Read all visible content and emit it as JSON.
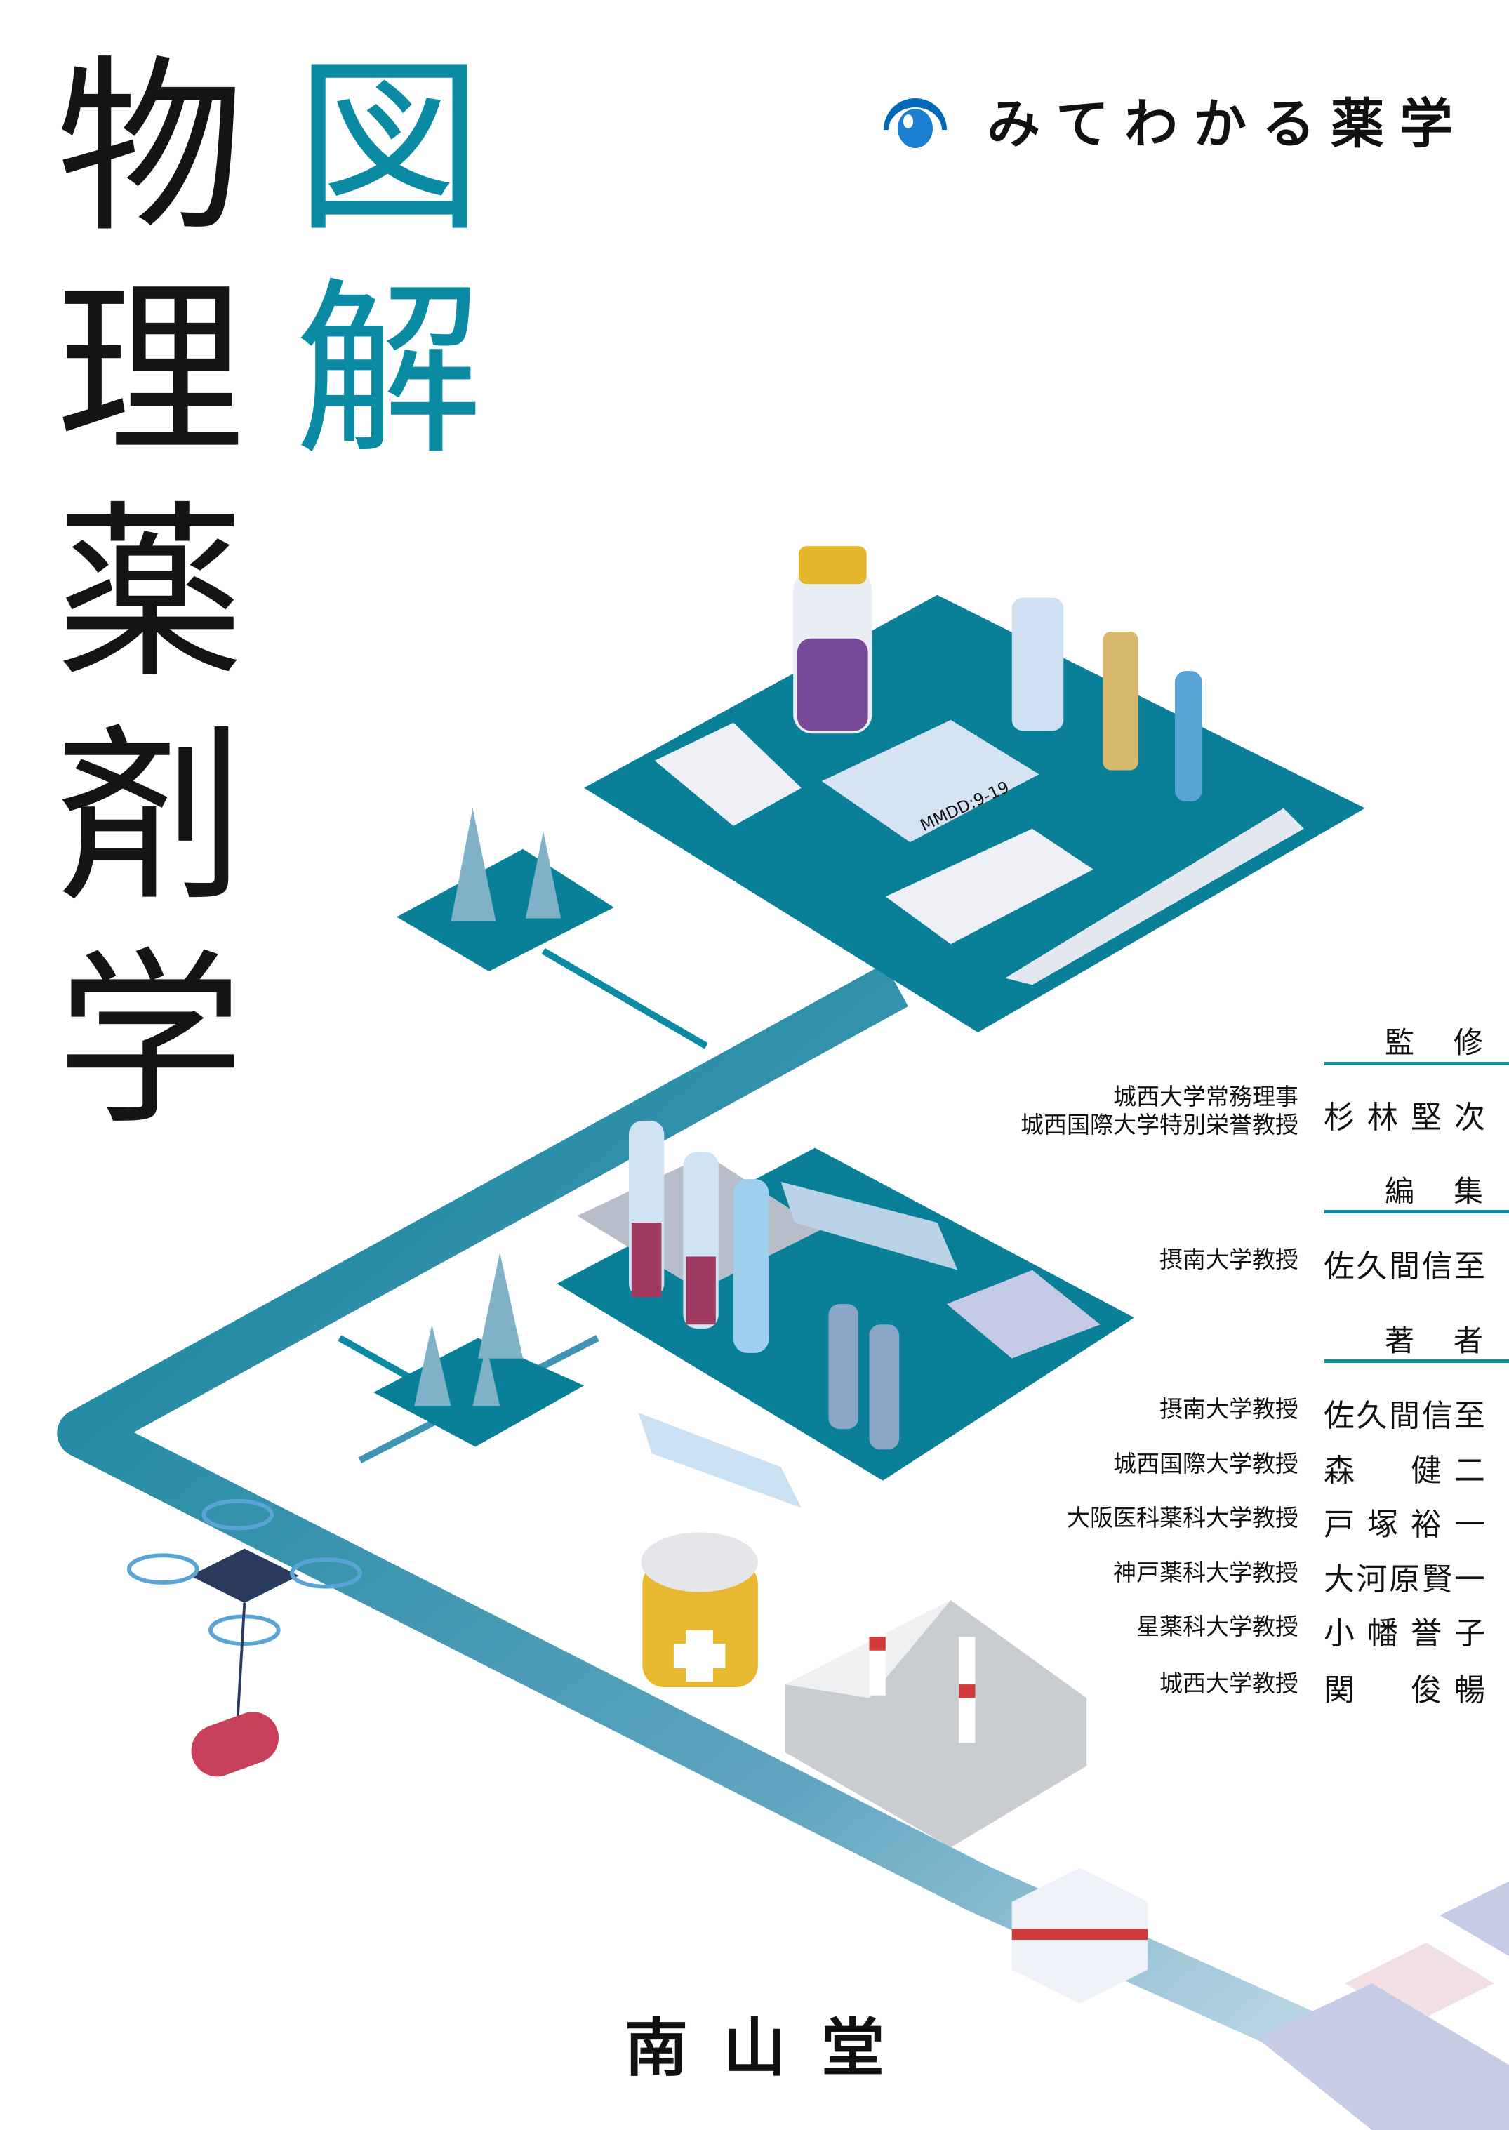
{
  "title": {
    "main_chars": [
      "物",
      "理",
      "薬",
      "剤",
      "学"
    ],
    "sub_chars": [
      "図",
      "解"
    ]
  },
  "series": {
    "name": "みてわかる薬学",
    "icon": "eye-icon"
  },
  "colors": {
    "accent": "#0a8aa3",
    "dark_teal": "#0a7f98"
  },
  "credits": {
    "supervisor": {
      "role": "監修",
      "affiliation_lines": [
        "城西大学常務理事",
        "城西国際大学特別栄誉教授"
      ],
      "name": "杉林堅次"
    },
    "editor": {
      "role": "編集",
      "affiliation": "摂南大学教授",
      "name": "佐久間信至"
    },
    "authors_role": "著者",
    "authors": [
      {
        "affiliation": "摂南大学教授",
        "name": "佐久間信至"
      },
      {
        "affiliation": "城西国際大学教授",
        "name": "森　健二"
      },
      {
        "affiliation": "大阪医科薬科大学教授",
        "name": "戸塚裕一"
      },
      {
        "affiliation": "神戸薬科大学教授",
        "name": "大河原賢一"
      },
      {
        "affiliation": "星薬科大学教授",
        "name": "小幡誉子"
      },
      {
        "affiliation": "城西大学教授",
        "name": "関　俊暢"
      }
    ]
  },
  "illustration": {
    "label_on_package": "MMDD:9-19"
  },
  "publisher": "南山堂"
}
